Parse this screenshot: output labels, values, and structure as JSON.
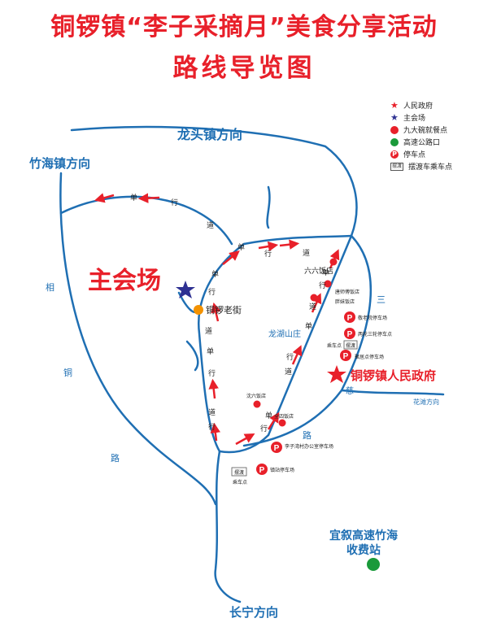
{
  "title_line1": "铜锣镇“李子采摘月”美食分享活动",
  "title_line2": "路线导览图",
  "legend": [
    {
      "icon": "red-star-icon",
      "label": "人民政府"
    },
    {
      "icon": "blue-star-icon",
      "label": "主会场"
    },
    {
      "icon": "red-dot-icon",
      "label": "九大碗就餐点"
    },
    {
      "icon": "green-dot-icon",
      "label": "高速公路口"
    },
    {
      "icon": "parking-icon",
      "label": "停车点"
    },
    {
      "icon": "shuttle-box-icon",
      "label": "摆渡车乘车点"
    }
  ],
  "directions": {
    "longtou": "龙头镇方向",
    "zhuhai": "竹海镇方向",
    "changning": "长宁方向",
    "huatan": "花滩方向"
  },
  "places": {
    "main_venue": "主会场",
    "old_street": "铜锣老街",
    "government": "铜锣镇人民政府",
    "toll_station": "宜叙高速竹海\n收费站",
    "longhu": "龙湖山庄"
  },
  "road_chars": {
    "left_road": [
      "相",
      "铜",
      "路"
    ],
    "right_road": [
      "三",
      "慈"
    ],
    "lower_road": "路",
    "one_way": [
      "单",
      "行",
      "道"
    ]
  },
  "restaurants": [
    "六六饭店",
    "唐师傅饭店",
    "胖妹饭店",
    "沈六饭店",
    "全四饭店"
  ],
  "parking": [
    "敬老院停车场",
    "两轮三轮停车点",
    "聚居点停车场",
    "李子湾村办公室停车场",
    "镇站停车场"
  ],
  "shuttle": {
    "box": "摆渡",
    "label": "乘车点"
  },
  "colors": {
    "title": "#e8202a",
    "road": "#1f6fb3",
    "route": "#e8202a",
    "star": "#2e3192",
    "dot": "#e8202a",
    "toll": "#1a9a3a",
    "old_street": "#f39200"
  }
}
